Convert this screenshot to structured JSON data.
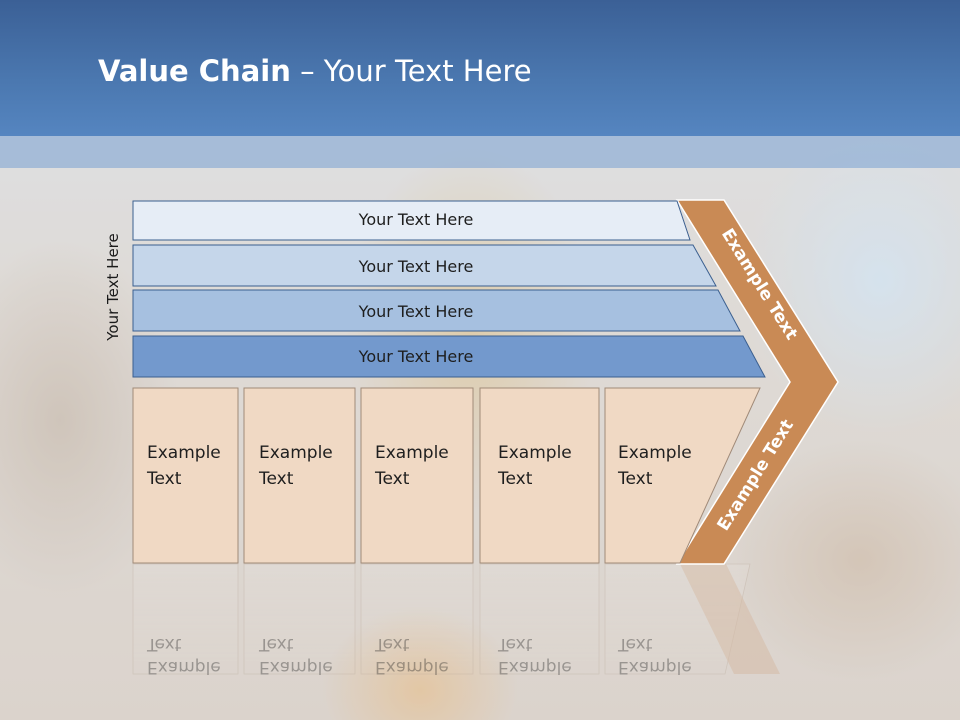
{
  "title": {
    "bold": "Value Chain",
    "rest": " – Your Text Here"
  },
  "side_label": "Your Text Here",
  "bars": [
    {
      "label": "Your Text Here",
      "color": "#e6edf6"
    },
    {
      "label": "Your Text Here",
      "color": "#c5d6ea"
    },
    {
      "label": "Your Text Here",
      "color": "#a6c0e0"
    },
    {
      "label": "Your Text Here",
      "color": "#7399cd"
    }
  ],
  "boxes": [
    {
      "line1": "Example",
      "line2": "Text"
    },
    {
      "line1": "Example",
      "line2": "Text"
    },
    {
      "line1": "Example",
      "line2": "Text"
    },
    {
      "line1": "Example",
      "line2": "Text"
    },
    {
      "line1": "Example",
      "line2": "Text"
    }
  ],
  "chevron": {
    "upper": "Example Text",
    "lower": "Example Text",
    "color": "#c98a55"
  },
  "colors": {
    "header": "#4a76ae",
    "box_fill": "#f0d9c4",
    "box_stroke": "#a08a78",
    "bar_stroke": "#3b5f8f"
  }
}
